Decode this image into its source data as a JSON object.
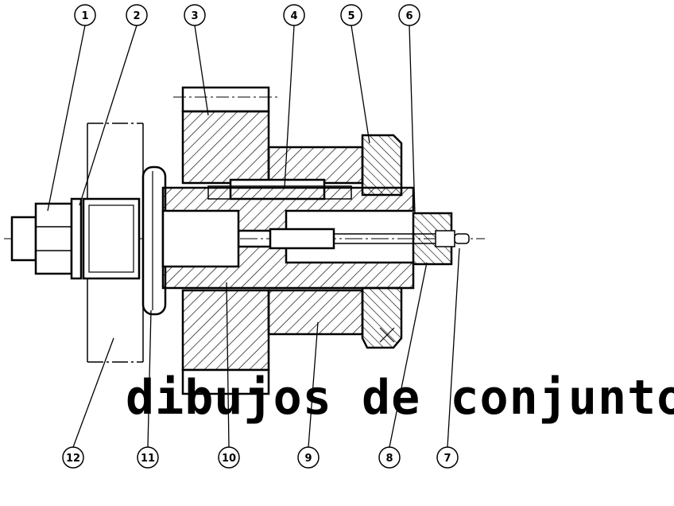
{
  "title": "dibujos de conjunto",
  "callouts_top": [
    "1",
    "2",
    "3",
    "4",
    "5",
    "6"
  ],
  "callouts_bottom": [
    "12",
    "11",
    "10",
    "9",
    "8",
    "7"
  ]
}
